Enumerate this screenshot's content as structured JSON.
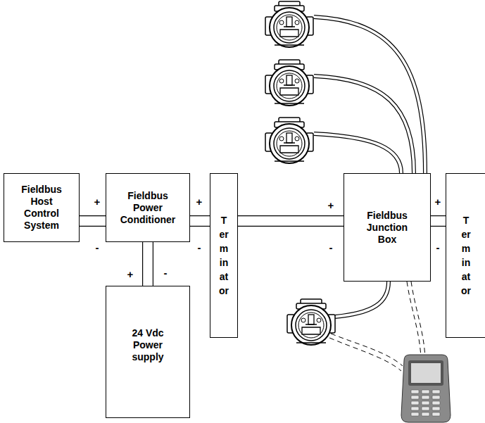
{
  "diagram": {
    "nodes": [
      {
        "text": [
          "Fieldbus Host Control System"
        ]
      },
      {
        "text": [
          "Fieldbus Power Conditioner"
        ]
      },
      {
        "text": [
          "24 Vdc Power supply"
        ]
      },
      {
        "text": [
          "Terminator"
        ]
      },
      {
        "text": [
          "Fieldbus Junction Box"
        ]
      },
      {
        "text": [
          "Terminator"
        ]
      }
    ],
    "edges": [
      {
        "from": 0,
        "to": 1,
        "arrow": "none"
      },
      {
        "from": 2,
        "to": 1,
        "arrow": "none"
      },
      {
        "from": 1,
        "to": 3,
        "arrow": "none"
      },
      {
        "from": 3,
        "to": 4,
        "arrow": "none"
      },
      {
        "from": 4,
        "to": 5,
        "arrow": "none"
      }
    ],
    "labels": [
      "+",
      "-",
      "+",
      "-",
      "+",
      "-",
      "+",
      "-",
      "+",
      "-"
    ]
  }
}
